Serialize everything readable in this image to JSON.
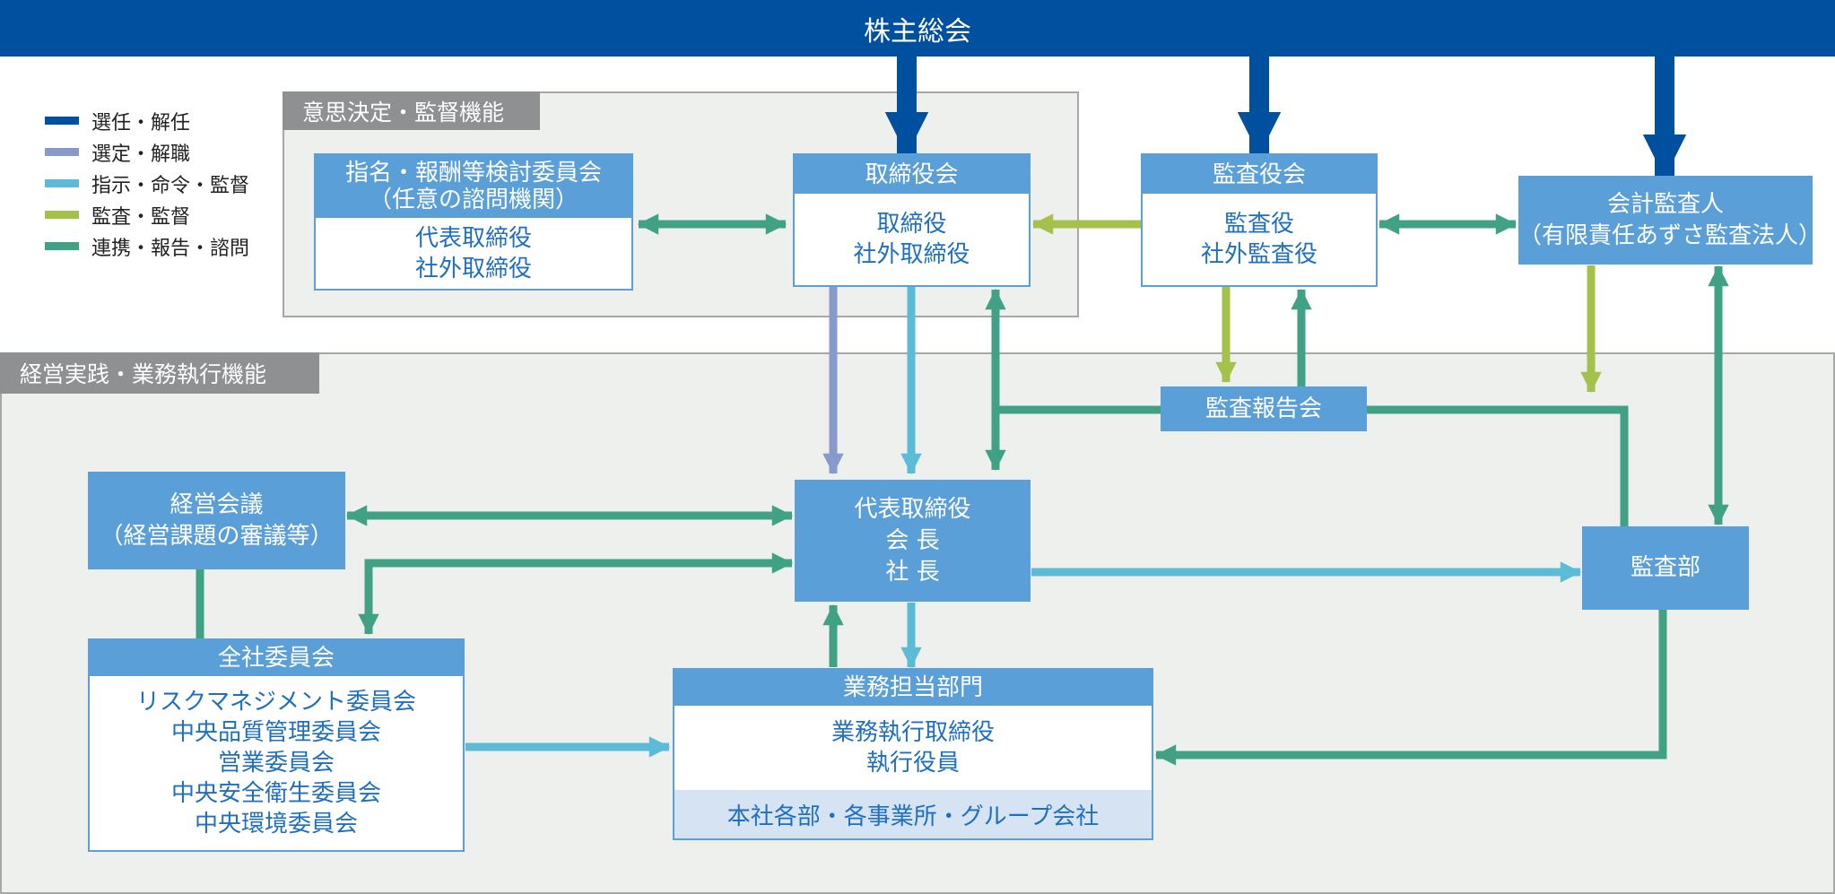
{
  "banner": {
    "label": "株主総会"
  },
  "legend": [
    {
      "label": "選任・解任",
      "color": "#0050a0"
    },
    {
      "label": "選定・解職",
      "color": "#8899cc"
    },
    {
      "label": "指示・命令・監督",
      "color": "#5cbbd6"
    },
    {
      "label": "監査・監督",
      "color": "#a4c14c"
    },
    {
      "label": "連携・報告・諮問",
      "color": "#41a185"
    }
  ],
  "panels": {
    "oversight": "意思決定・監督機能",
    "execution": "経営実践・業務執行機能"
  },
  "boxes": {
    "nomination": {
      "title1": "指名・報酬等検討委員会",
      "title2": "（任意の諮問機関）",
      "line1": "代表取締役",
      "line2": "社外取締役"
    },
    "board": {
      "title": "取締役会",
      "line1": "取締役",
      "line2": "社外取締役"
    },
    "audit_board": {
      "title": "監査役会",
      "line1": "監査役",
      "line2": "社外監査役"
    },
    "auditor": {
      "line1": "会計監査人",
      "line2": "（有限責任あずさ監査法人）"
    },
    "audit_report": {
      "label": "監査報告会"
    },
    "management_meeting": {
      "line1": "経営会議",
      "line2": "（経営課題の審議等）"
    },
    "ceo": {
      "line1": "代表取締役",
      "line2": "会 長",
      "line3": "社 長"
    },
    "audit_dept": {
      "label": "監査部"
    },
    "committees": {
      "title": "全社委員会",
      "items": [
        "リスクマネジメント委員会",
        "中央品質管理委員会",
        "営業委員会",
        "中央安全衛生委員会",
        "中央環境委員会"
      ]
    },
    "business": {
      "title": "業務担当部門",
      "line1": "業務執行取締役",
      "line2": "執行役員",
      "footer": "本社各部・各事業所・グループ会社"
    }
  }
}
